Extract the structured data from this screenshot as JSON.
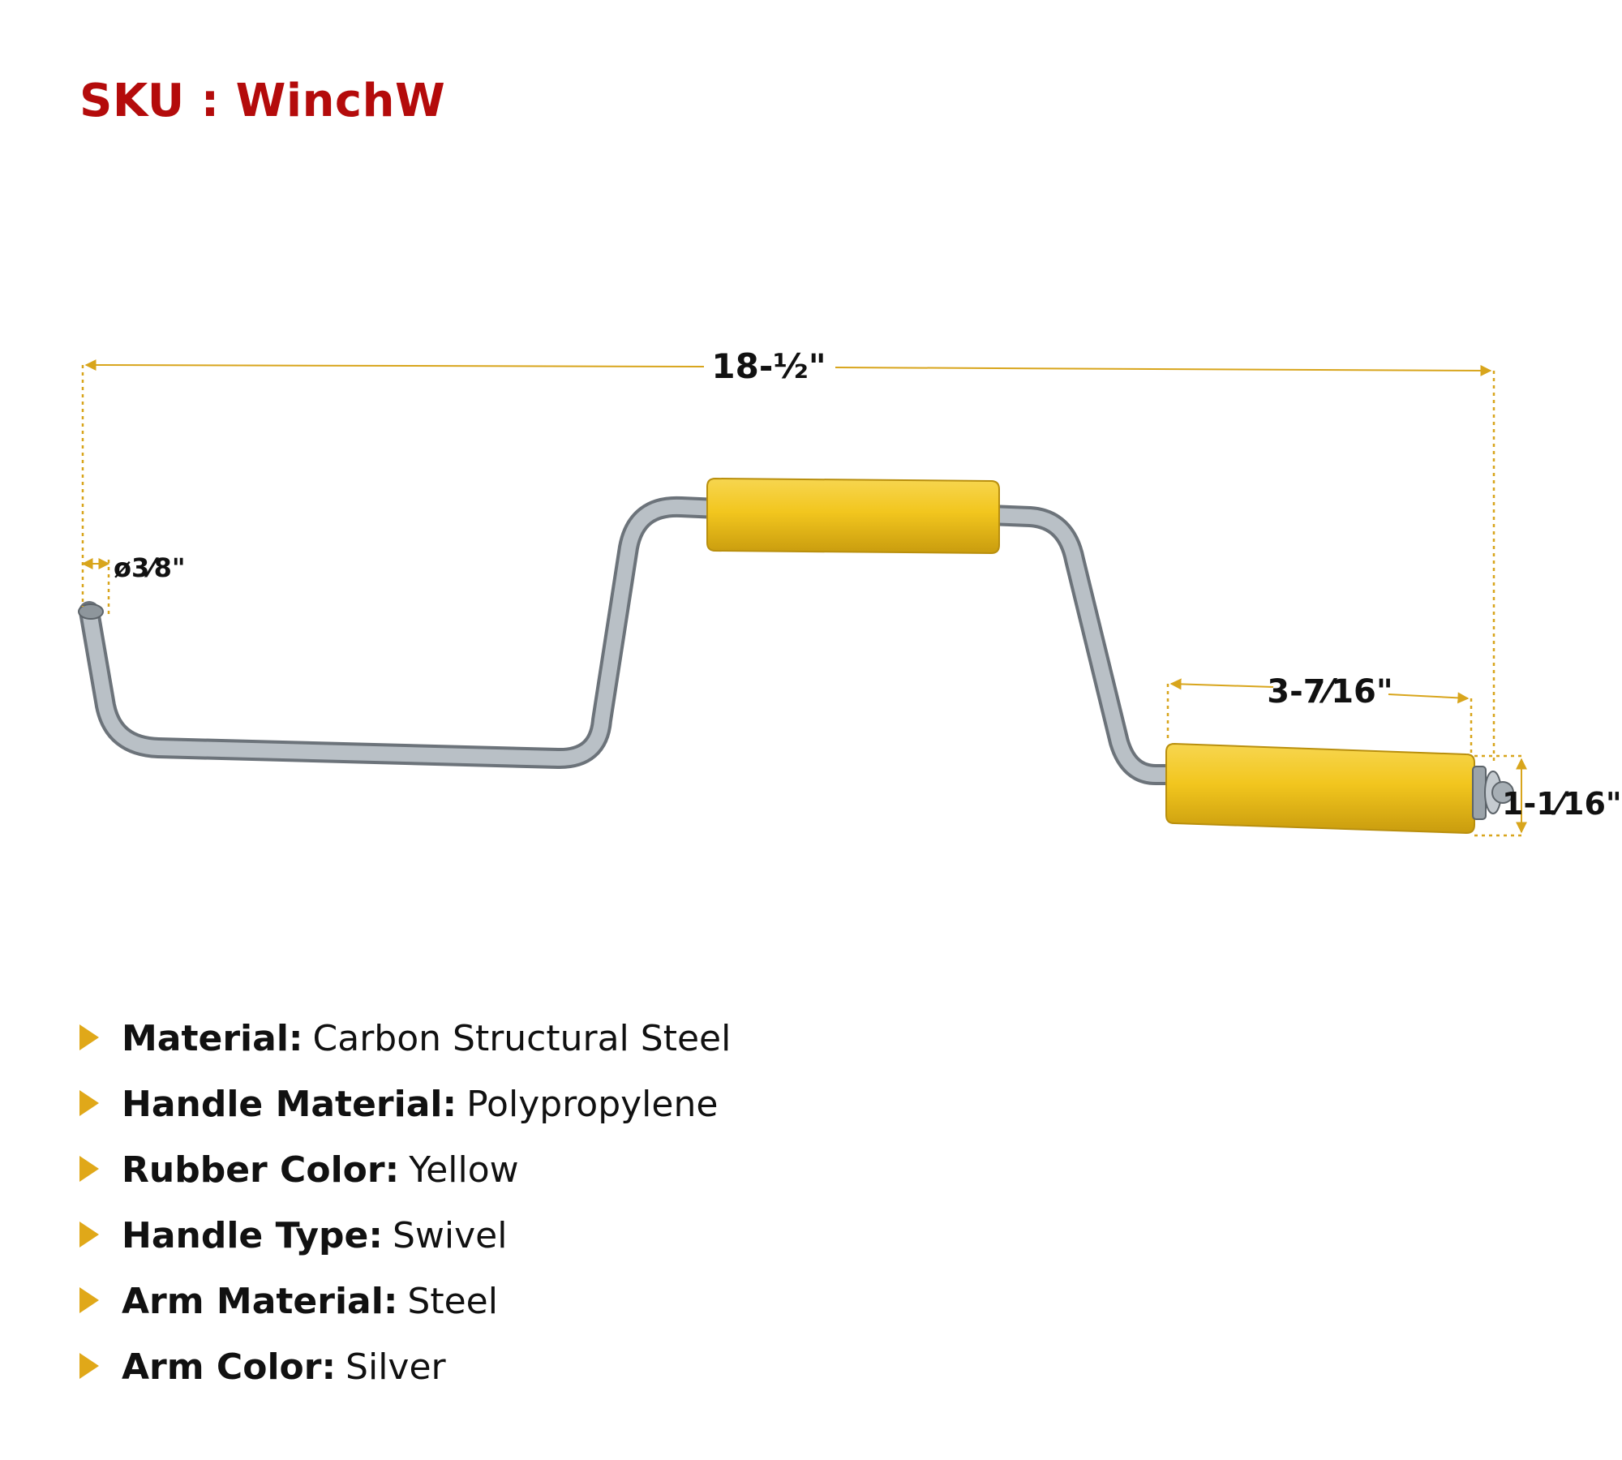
{
  "sku": "SKU : WinchW",
  "dimensions": {
    "overall_length": "18-½\"",
    "rod_diameter": "ø3⁄8\"",
    "grip_length": "3-7⁄16\"",
    "grip_diameter": "1-1⁄16\""
  },
  "specs": [
    {
      "label": "Material:",
      "value": "Carbon Structural Steel"
    },
    {
      "label": "Handle Material:",
      "value": "Polypropylene"
    },
    {
      "label": "Rubber Color:",
      "value": "Yellow"
    },
    {
      "label": "Handle Type:",
      "value": "Swivel"
    },
    {
      "label": "Arm Material:",
      "value": "Steel"
    },
    {
      "label": "Arm Color:",
      "value": "Silver"
    }
  ],
  "colors": {
    "sku_text": "#b40b0b",
    "dimension_line": "#d8a51c",
    "grip": "#f2c61e",
    "arm": "#a9b1b8",
    "bullet": "#e0a819"
  },
  "icons": {
    "bullet": "chevron-right-icon"
  }
}
